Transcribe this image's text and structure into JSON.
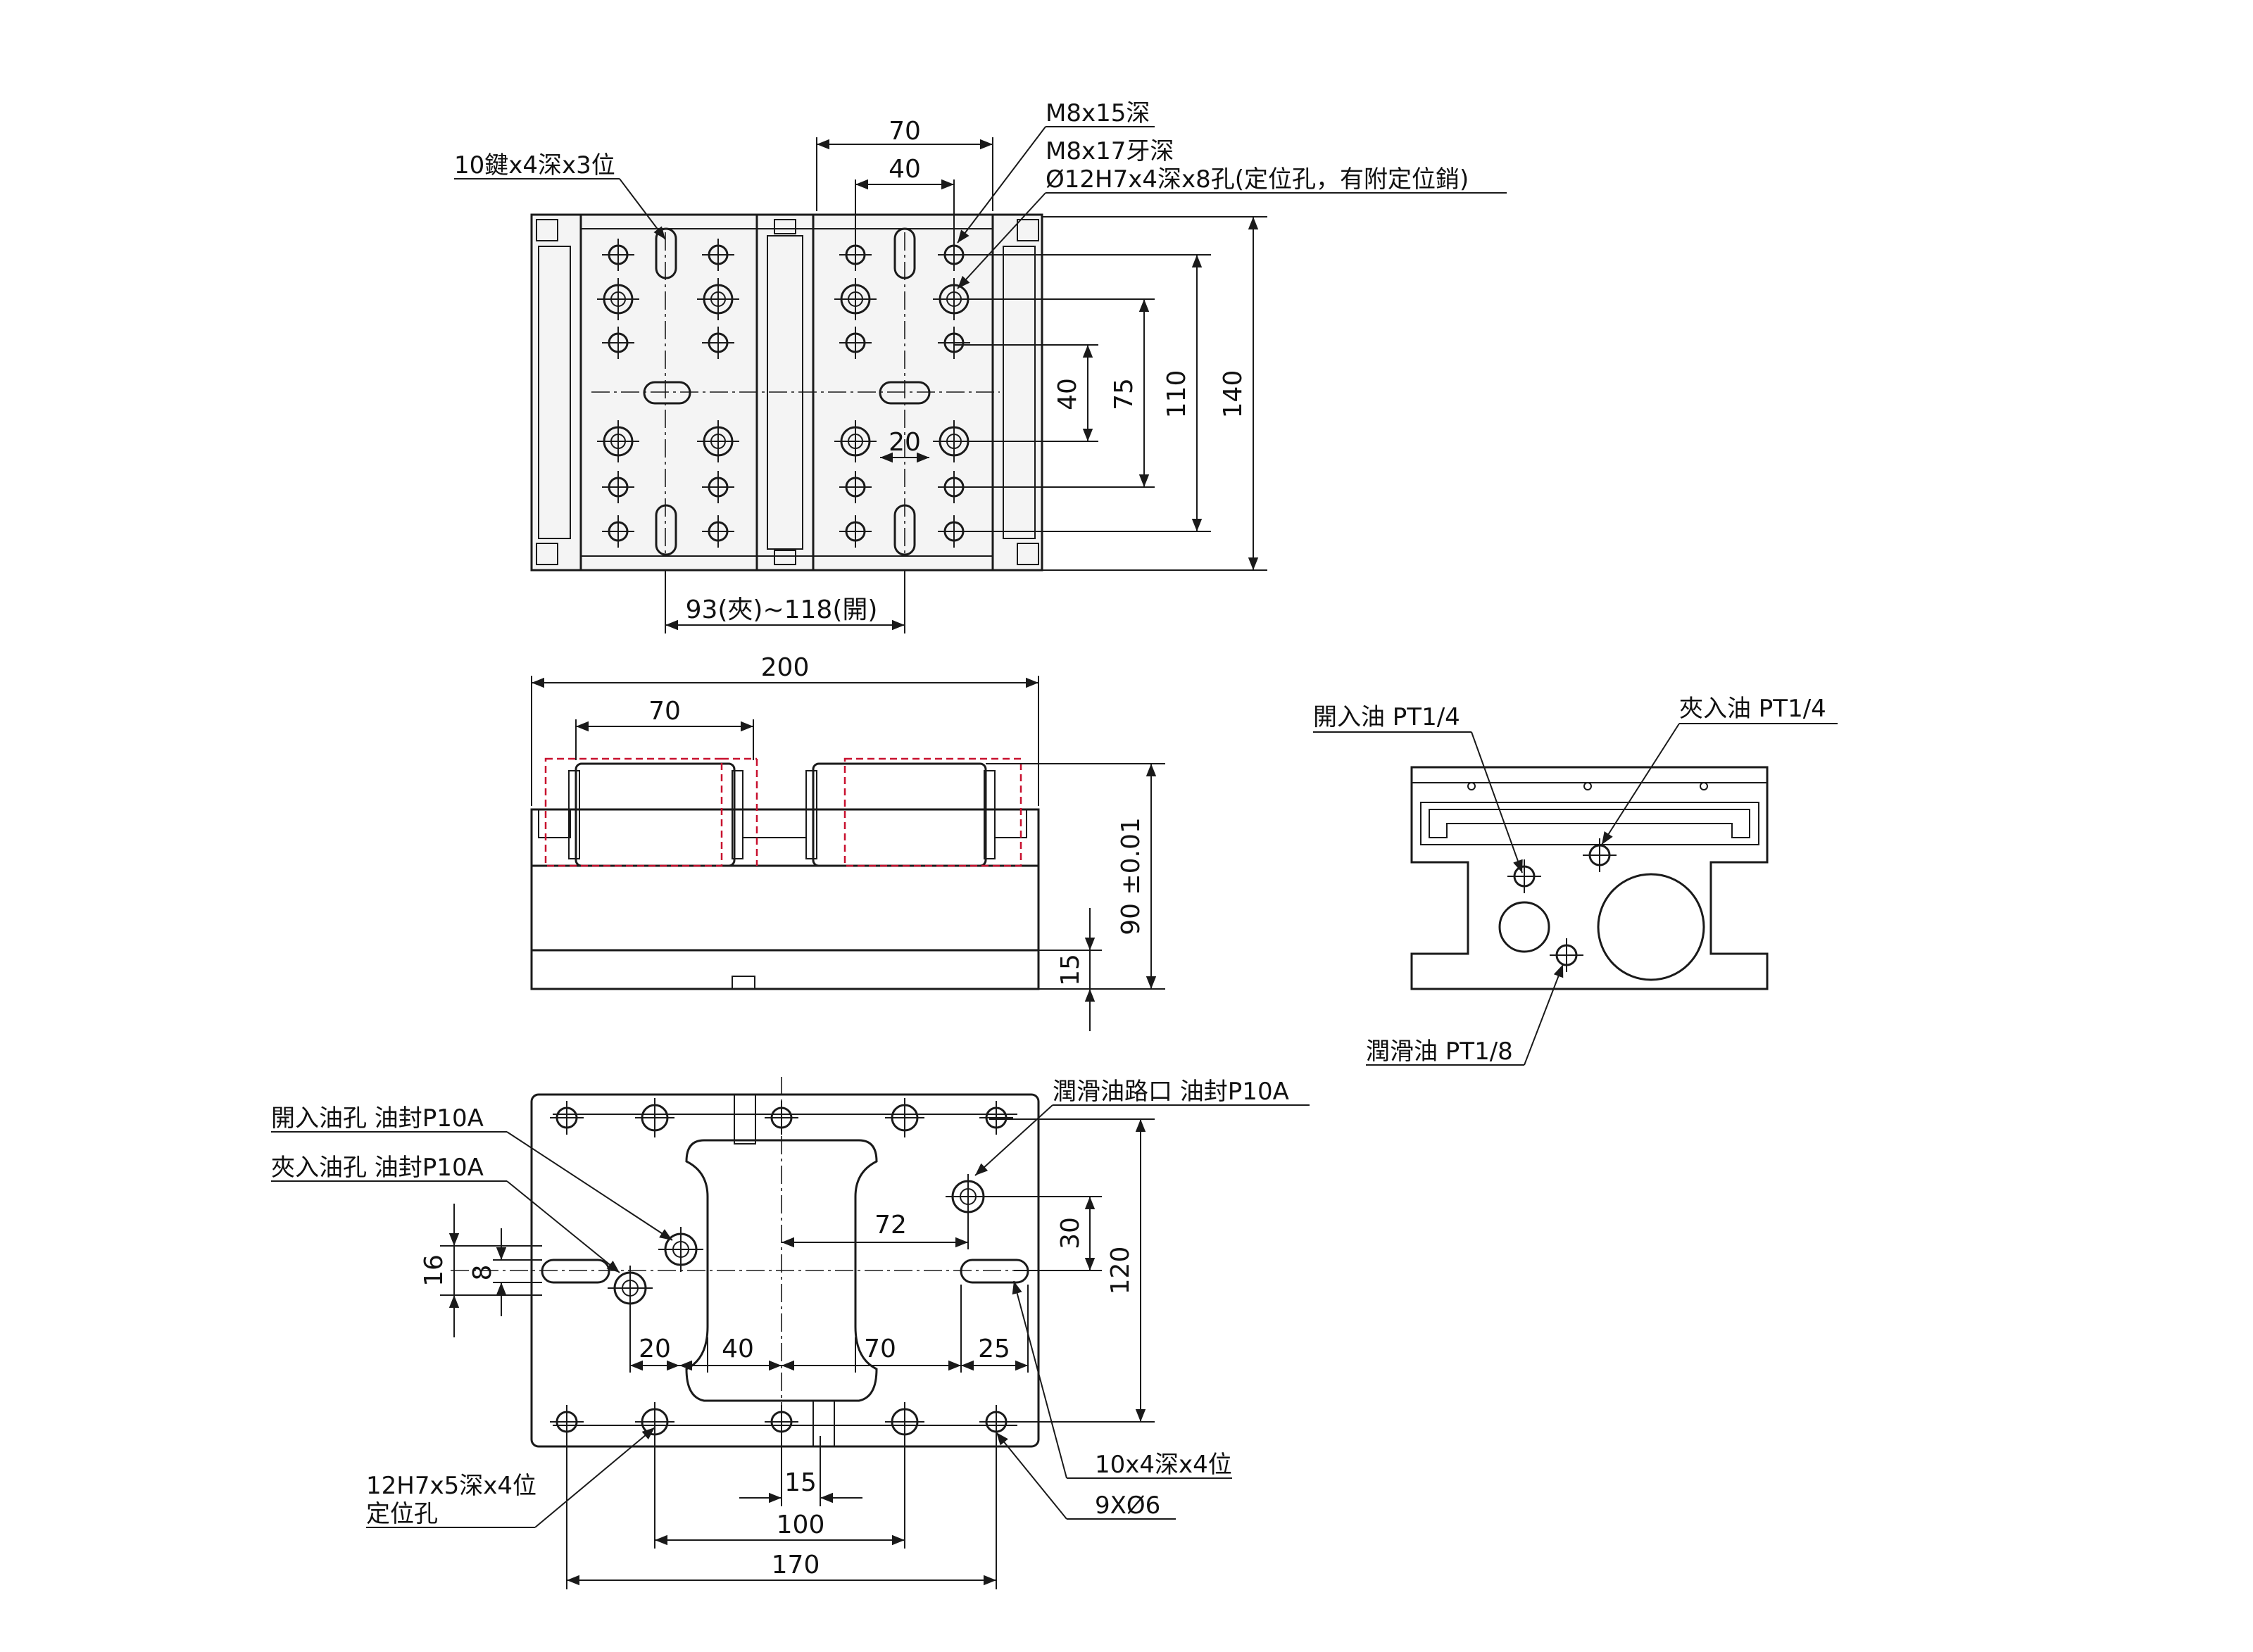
{
  "top_view": {
    "dims": {
      "d70": "70",
      "d40": "40",
      "d20": "20",
      "d40v": "40",
      "d75v": "75",
      "d110v": "110",
      "d140v": "140",
      "stroke": "93(夾)~118(開)"
    },
    "notes": {
      "key": "10鍵x4深x3位",
      "m8x15": "M8x15深",
      "m8x17": "M8x17牙深",
      "dowel": "Ø12H7x4深x8孔(定位孔，有附定位銷)"
    }
  },
  "front_view": {
    "dims": {
      "d200": "200",
      "d70": "70",
      "h90": "90 ±0.01",
      "h15": "15"
    }
  },
  "side_view": {
    "notes": {
      "open_oil": "開入油 PT1/4",
      "close_oil": "夾入油 PT1/4",
      "lube_oil": "潤滑油 PT1/8"
    }
  },
  "bottom_view": {
    "notes": {
      "open_port": "開入油孔 油封P10A",
      "close_port": "夾入油孔 油封P10A",
      "lube_port": "潤滑油路口 油封P10A",
      "dowel_line1": "12H7x5深x4位",
      "dowel_line2": "定位孔",
      "key": "10x4深x4位",
      "holes": "9XØ6"
    },
    "dims": {
      "d72": "72",
      "d30": "30",
      "d120": "120",
      "d16": "16",
      "d8": "8",
      "d20": "20",
      "d40": "40",
      "d70": "70",
      "d25": "25",
      "d15": "15",
      "d100": "100",
      "d170": "170"
    }
  }
}
